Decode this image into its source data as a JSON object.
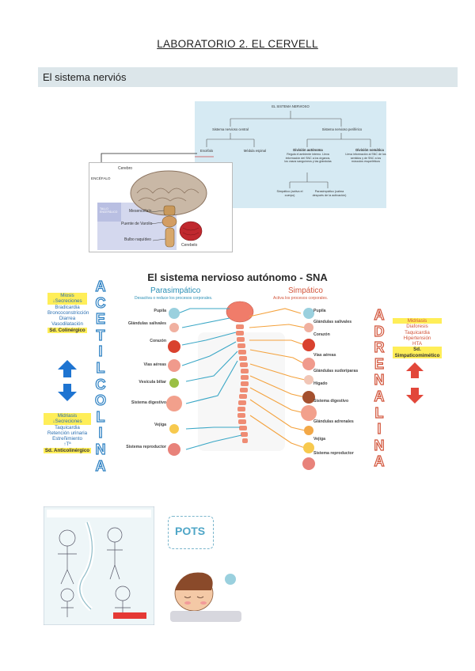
{
  "page_title": "LABORATORIO 2. EL CERVELL",
  "section_heading": "El sistema nerviós",
  "diagram": {
    "root": "EL SISTEMA NERVIOSO",
    "central": "Sistema nervioso central",
    "peripheral": "Sistema nervioso periférico",
    "encephalon_node": "Encéfalo",
    "spinal": "Médula espinal",
    "autonomic": "División autónoma",
    "autonomic_desc": "Regula el ambiente interno. Lleva información del SNC a los órganos, los vasos sanguíneos y las glándulas",
    "somatic": "División somática",
    "somatic_desc": "Lleva información al SNC de los sentidos y de SNC a los músculos esqueléticos",
    "sympathetic": "Simpático (activa el cuerpo)",
    "parasympathetic": "Parasimpático (calma después de la activación)"
  },
  "brain": {
    "encefalo": "ENCÉFALO",
    "cerebro": "Cerebro",
    "tallo": "TALLO ENCEFÁLICO",
    "mesencefalo": "Mesencéfalo",
    "puente": "Puente de Varolio",
    "bulbo": "Bulbo raquídeo",
    "cerebelo": "Cerebelo"
  },
  "sna": {
    "title": "El sistema nervioso autónomo - SNA",
    "para_title": "Parasimpático",
    "para_sub": "Desactiva o reduce los procesos corporales.",
    "sim_title": "Simpático",
    "sim_sub": "Activa los procesos corporales.",
    "left_word": [
      "A",
      "C",
      "E",
      "T",
      "I",
      "L",
      "C",
      "O",
      "L",
      "I",
      "N",
      "A"
    ],
    "right_word": [
      "A",
      "D",
      "R",
      "E",
      "N",
      "A",
      "L",
      "I",
      "N",
      "A"
    ],
    "left_top": [
      "Miosis",
      "↓Secreciones",
      "Bradicardia",
      "Broncoconstricción",
      "Diarrea",
      "Vasodilatación"
    ],
    "left_top_bold": "Sd. Colinérgico",
    "left_bottom": [
      "Midriasis",
      "↓Secreciones",
      "Taquicardia",
      "Retención urinaria",
      "Estreñimiento",
      "↑Tª"
    ],
    "left_bottom_bold": "Sd. Anticolinérgico",
    "right_box": [
      "Midriasis",
      "Diaforesis",
      "Taquicardia",
      "Hipertensión",
      "HTA"
    ],
    "right_box_bold": [
      "Sd.",
      "Simpaticomimético"
    ],
    "para_items": [
      "Pupila",
      "Glándulas salivales",
      "Corazón",
      "Vías aéreas",
      "Vesícula biliar",
      "Sistema digestivo",
      "Vejiga",
      "Sistema reproductor"
    ],
    "sim_items": [
      "Pupila",
      "Glándulas salivales",
      "Corazón",
      "Vías aéreas",
      "Glándulas sudoríparas",
      "Hígado",
      "Sistema digestivo",
      "Glándulas adrenales",
      "Vejiga",
      "Sistema reproductor"
    ]
  },
  "pots": {
    "label": "POTS"
  }
}
